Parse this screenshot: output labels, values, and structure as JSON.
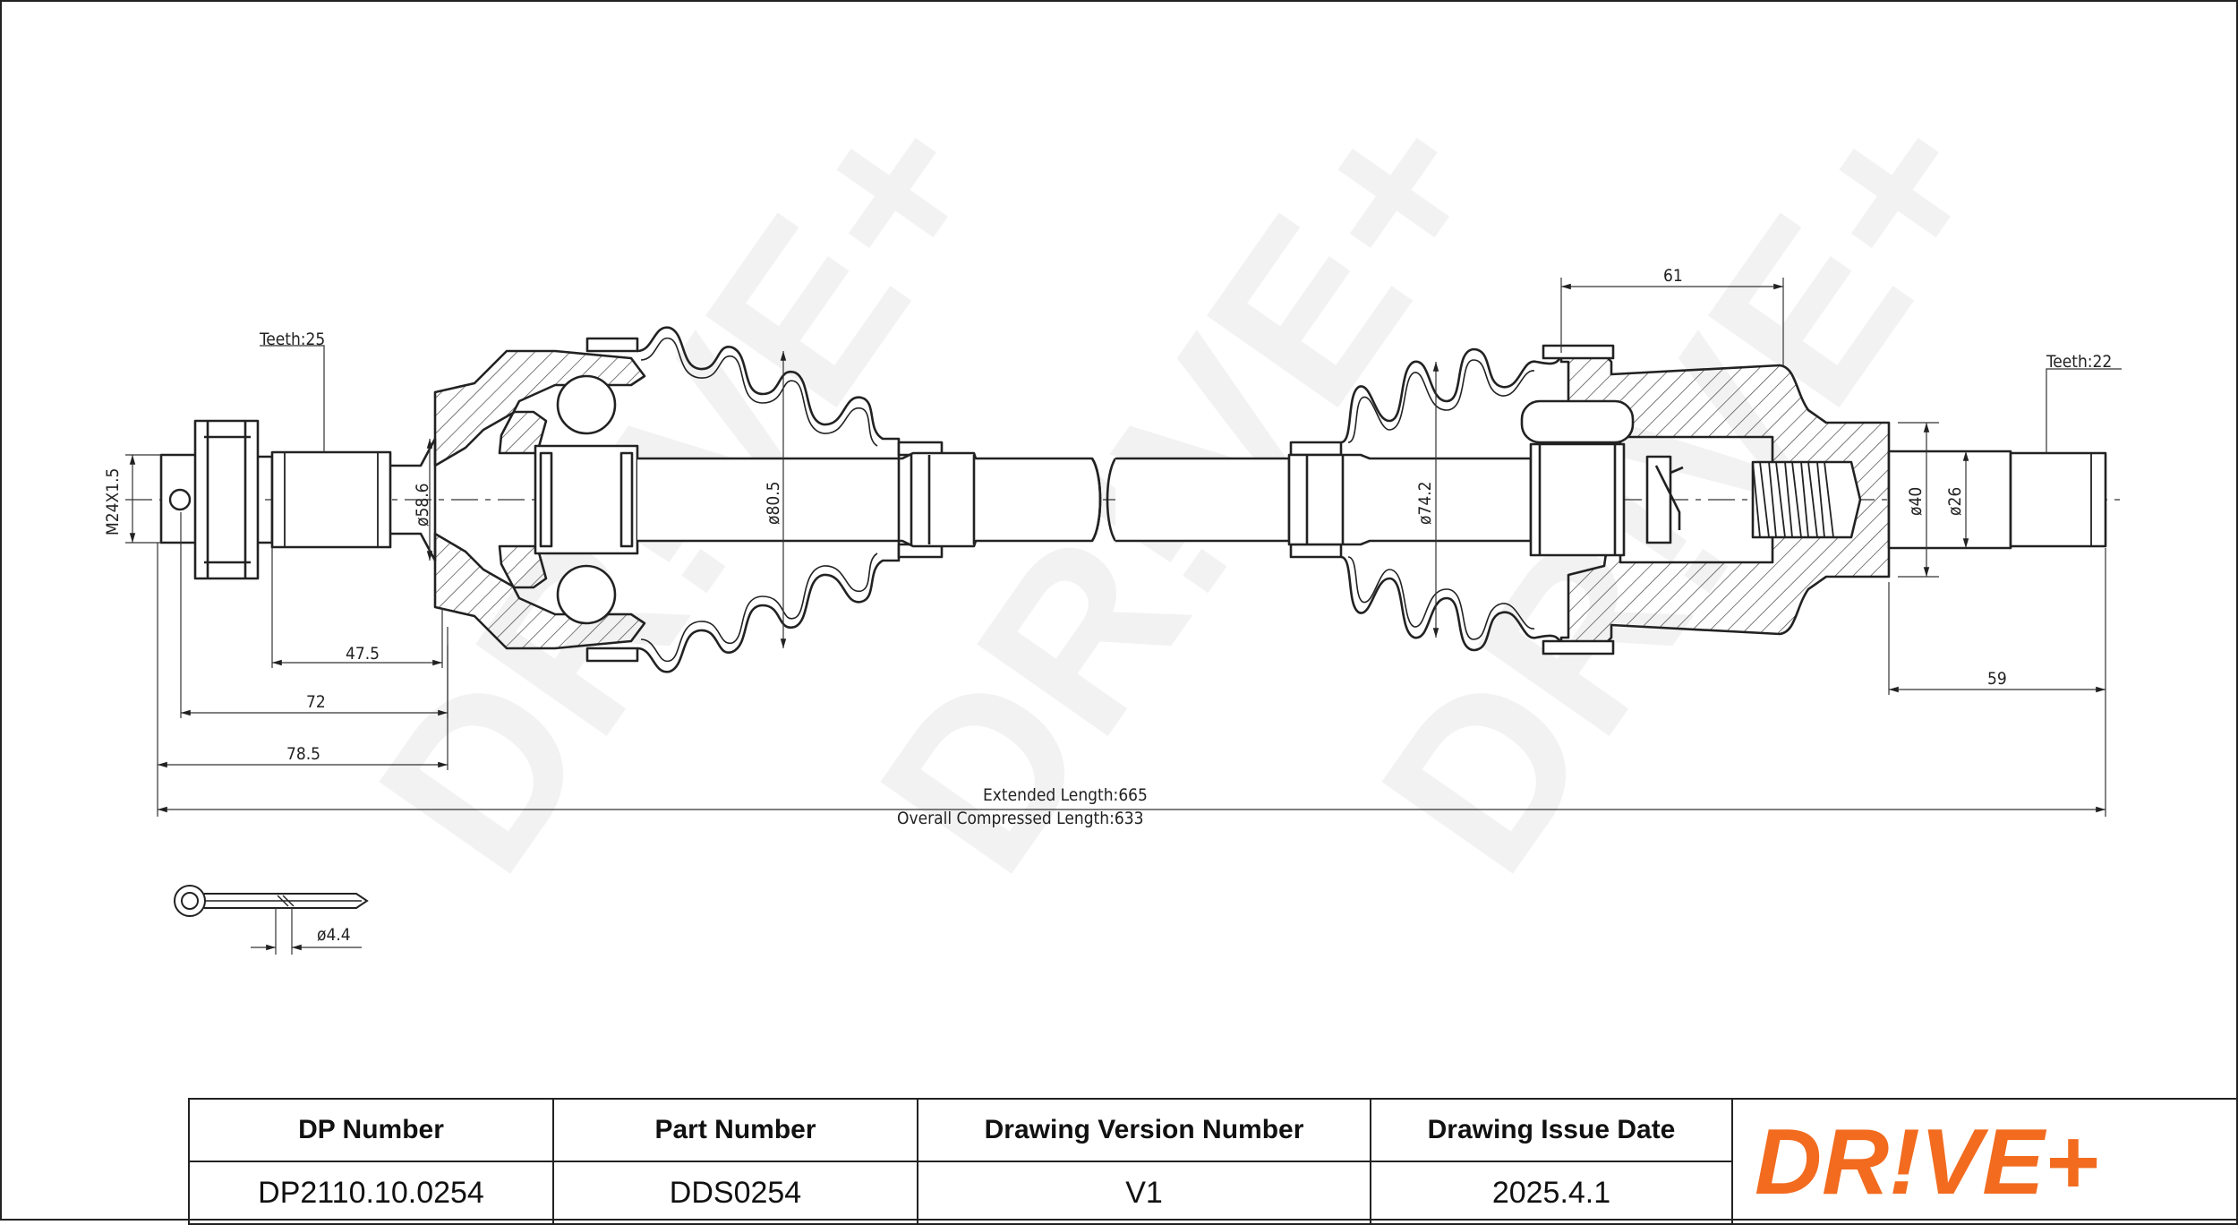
{
  "drawing": {
    "labels": {
      "teeth_left": "Teeth:25",
      "teeth_right": "Teeth:22",
      "thread": "M24X1.5",
      "dia_outer_joint": "ø58.6",
      "dia_boot_outer": "ø80.5",
      "dia_boot_inner": "ø74.2",
      "dia_shaft_40": "ø40",
      "dia_shaft_26": "ø26",
      "dim_61": "61",
      "dim_59": "59",
      "dim_47_5": "47.5",
      "dim_72": "72",
      "dim_78_5": "78.5",
      "extended_length": "Extended Length:665",
      "compressed_length": "Overall Compressed Length:633",
      "pin_dia": "ø4.4"
    },
    "watermark": "DR!VE+"
  },
  "title_block": {
    "headers": [
      "DP Number",
      "Part Number",
      "Drawing Version Number",
      "Drawing Issue Date"
    ],
    "values": [
      "DP2110.10.0254",
      "DDS0254",
      "V1",
      "2025.4.1"
    ],
    "logo_text": "DR!VE+",
    "logo_color": "#f26b1f"
  }
}
